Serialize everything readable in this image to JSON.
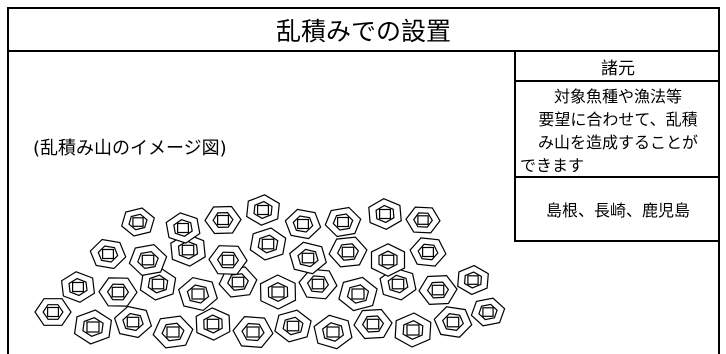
{
  "title": "乱積みでの設置",
  "illustration_caption": "(乱積み山のイメージ図)",
  "spec": {
    "header": "諸元",
    "description_lines": [
      "対象魚種や漁法等",
      "要望に合わせて、乱積",
      "み山を造成することが",
      "できます"
    ],
    "areas": "島根、長崎、鹿児島"
  }
}
